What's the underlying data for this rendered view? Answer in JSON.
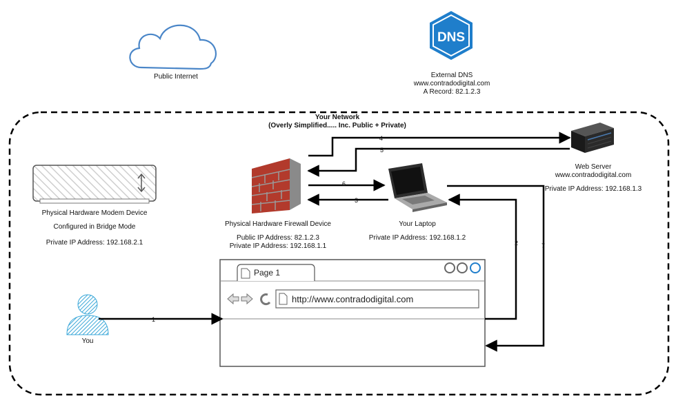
{
  "cloud": {
    "label": "Public Internet"
  },
  "dns": {
    "icon_text": "DNS",
    "lines": [
      "External DNS",
      "www.contradodigital.com",
      "A Record: 82.1.2.3"
    ]
  },
  "network": {
    "title": "Your Network",
    "subtitle": "(Overly Simplified..... Inc. Public + Private)"
  },
  "modem": {
    "name": "Physical Hardware Modem Device",
    "mode": "Configured in Bridge Mode",
    "ip": "Private IP Address: 192.168.2.1"
  },
  "firewall": {
    "name": "Physical Hardware Firewall Device",
    "public_ip": "Public IP Address: 82.1.2.3",
    "private_ip": "Private IP Address: 192.168.1.1"
  },
  "laptop": {
    "name": "Your Laptop",
    "ip": "Private IP Address: 192.168.1.2"
  },
  "webserver": {
    "name": "Web Server",
    "domain": "www.contradodigital.com",
    "ip": "Private IP Address: 192.168.1.3"
  },
  "user": {
    "label": "You"
  },
  "browser": {
    "tab_label": "Page 1",
    "url": "http://www.contradodigital.com"
  },
  "arrows": {
    "a1": "1",
    "a2": "2",
    "a3": "3",
    "a4": "4",
    "a5": "5",
    "a6": "6",
    "a7": "7"
  },
  "colors": {
    "cloud": "#4a86c8",
    "dns_blue": "#1f7ecb",
    "firewall_red": "#b23a2c",
    "firewall_mortar": "#9a9a9a",
    "user_blue": "#3aa7d8",
    "modem_hatch": "#c8c8c8"
  }
}
